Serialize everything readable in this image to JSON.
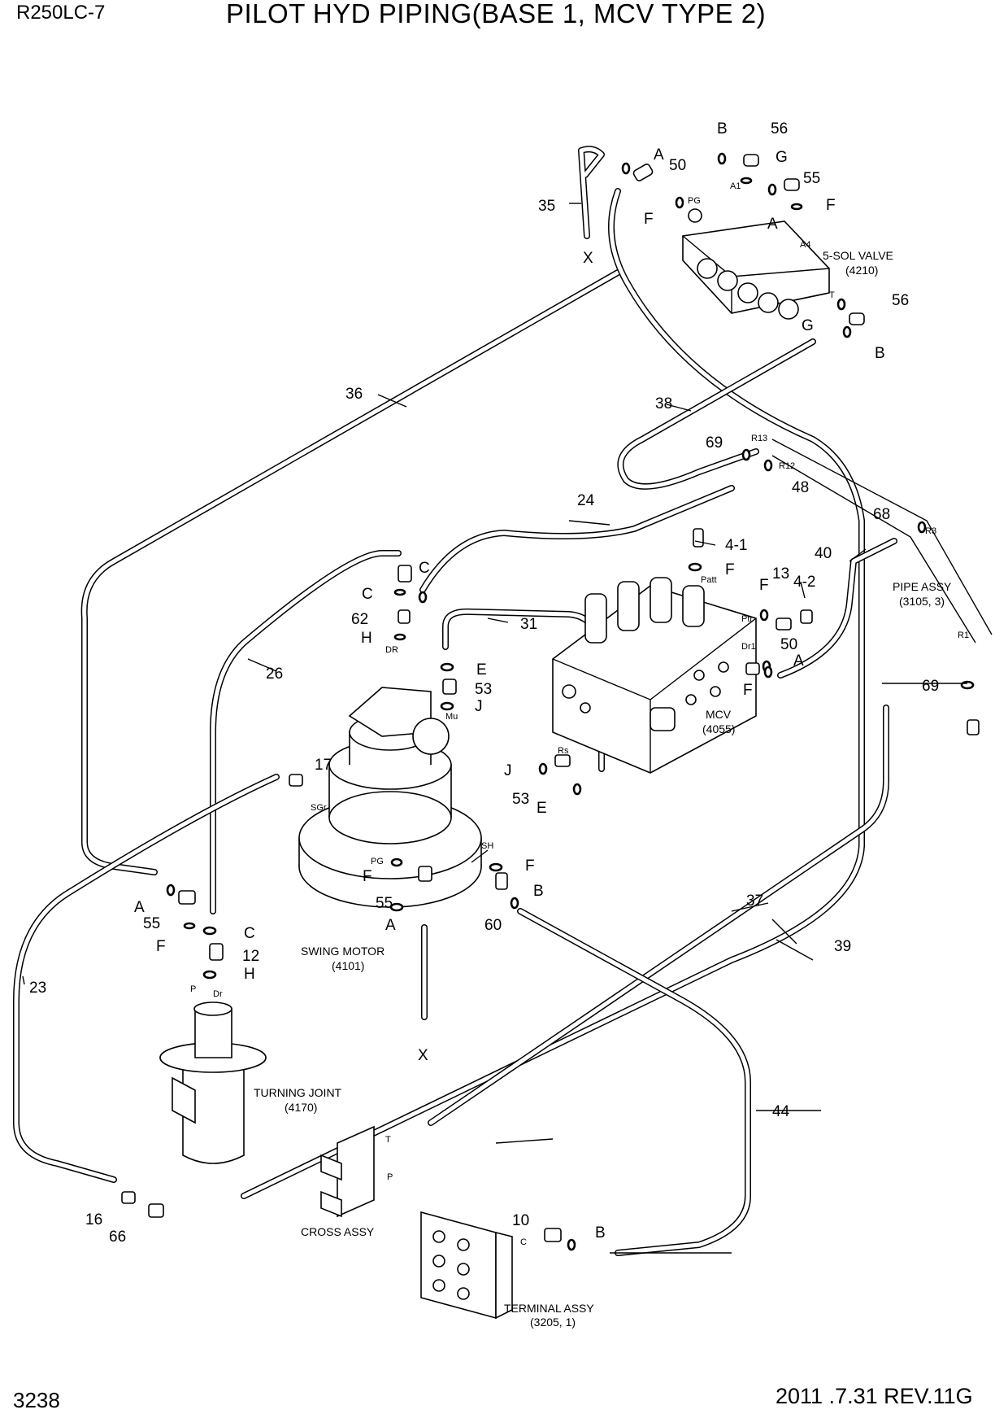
{
  "header": {
    "model": "R250LC-7",
    "title": "PILOT HYD PIPING(BASE 1, MCV TYPE 2)"
  },
  "footer": {
    "page_number": "3238",
    "revision_date": "2011 .7.31  REV.11G"
  },
  "components": {
    "sol_valve": {
      "name": "5-SOL VALVE",
      "code": "(4210)"
    },
    "mcv": {
      "name": "MCV",
      "code": "(4055)"
    },
    "swing_motor": {
      "name": "SWING MOTOR",
      "code": "(4101)"
    },
    "turning_joint": {
      "name": "TURNING JOINT",
      "code": "(4170)"
    },
    "pipe_assy": {
      "name": "PIPE ASSY",
      "code": "(3105, 3)"
    },
    "cross_assy": {
      "name": "CROSS ASSY"
    },
    "terminal_assy": {
      "name": "TERMINAL ASSY",
      "code": "(3205, 1)"
    }
  },
  "callouts": {
    "c35": "35",
    "c36": "36",
    "c37": "37",
    "c38": "38",
    "c39": "39",
    "c40": "40",
    "c44": "44",
    "c23": "23",
    "c24": "24",
    "c26": "26",
    "c31": "31",
    "c50a": "50",
    "c50b": "50",
    "c55a": "55",
    "c55b": "55",
    "c55c": "55",
    "c56a": "56",
    "c56b": "56",
    "c69a": "69",
    "c69b": "69",
    "c48": "48",
    "c68": "68",
    "c4_1": "4-1",
    "c4_2": "4-2",
    "c13": "13",
    "c62": "62",
    "c53a": "53",
    "c53b": "53",
    "c17": "17",
    "c12": "12",
    "c60": "60",
    "c16": "16",
    "c66": "66",
    "c10": "10",
    "lA1": "A",
    "lA2": "A",
    "lA3": "A",
    "lA4": "A",
    "lA5": "A",
    "lB1": "B",
    "lB2": "B",
    "lB3": "B",
    "lB4": "B",
    "lC1": "C",
    "lC2": "C",
    "lC3": "C",
    "lE1": "E",
    "lE2": "E",
    "lF1": "F",
    "lF2": "F",
    "lF3": "F",
    "lF4": "F",
    "lF5": "F",
    "lF6": "F",
    "lF7": "F",
    "lF8": "F",
    "lG1": "G",
    "lG2": "G",
    "lH1": "H",
    "lH2": "H",
    "lJ1": "J",
    "lJ2": "J",
    "lX1": "X",
    "lX2": "X"
  },
  "ports": {
    "PG1": "PG",
    "A1": "A1",
    "A4": "A4",
    "T1": "T",
    "R13": "R13",
    "R12": "R12",
    "R3": "R3",
    "R1": "R1",
    "Patt": "Patt",
    "Ptr": "Ptr",
    "Dr1": "Dr1",
    "Rs": "Rs",
    "DR": "DR",
    "Mu": "Mu",
    "SGr": "SGr",
    "PG2": "PG",
    "SH": "SH",
    "P1": "P",
    "Dr2": "Dr",
    "T2": "T",
    "P2": "P",
    "C1": "C"
  }
}
